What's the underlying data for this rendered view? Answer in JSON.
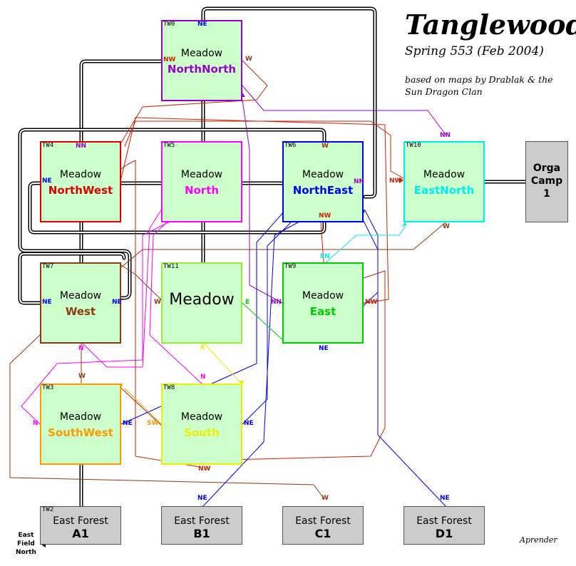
{
  "header": {
    "title": "Tanglewood",
    "subtitle": "Spring 553 (Feb 2004)",
    "credits": "based on maps by Drablak & the Sun Dragon Clan",
    "signature": "Aprender"
  },
  "colors": {
    "room_fill": "#ccffcc",
    "forest_fill": "#cccccc",
    "northnorth": "#9900cc",
    "northwest": "#dd0000",
    "north": "#ff00ff",
    "northeast": "#0000ee",
    "eastnorth": "#00eeee",
    "west": "#8b3a0f",
    "meadow": "#99ee33",
    "east": "#00cc00",
    "southwest": "#ff9900",
    "south": "#eeee00"
  },
  "rooms": {
    "tw0": {
      "code": "TW0",
      "type": "Meadow",
      "name": "NorthNorth"
    },
    "tw4": {
      "code": "TW4",
      "type": "Meadow",
      "name": "NorthWest"
    },
    "tw5": {
      "code": "TW5",
      "type": "Meadow",
      "name": "North"
    },
    "tw6": {
      "code": "TW6",
      "type": "Meadow",
      "name": "NorthEast"
    },
    "tw10": {
      "code": "TW10",
      "type": "Meadow",
      "name": "EastNorth"
    },
    "tw7": {
      "code": "TW7",
      "type": "Meadow",
      "name": "West"
    },
    "tw11": {
      "code": "TW11",
      "type": "Meadow",
      "name": ""
    },
    "tw9": {
      "code": "TW9",
      "type": "Meadow",
      "name": "East"
    },
    "tw3": {
      "code": "TW3",
      "type": "Meadow",
      "name": "SouthWest"
    },
    "tw8": {
      "code": "TW8",
      "type": "Meadow",
      "name": "South"
    }
  },
  "forests": {
    "a1": {
      "code": "TW2",
      "type": "East Forest",
      "name": "A1"
    },
    "b1": {
      "code": "",
      "type": "East Forest",
      "name": "B1"
    },
    "c1": {
      "code": "",
      "type": "East Forest",
      "name": "C1"
    },
    "d1": {
      "code": "",
      "type": "East Forest",
      "name": "D1"
    }
  },
  "camp": {
    "line1": "Orga",
    "line2": "Camp",
    "line3": "1"
  },
  "exit_note": {
    "line1": "East",
    "line2": "Field",
    "line3": "North"
  },
  "exit_labels": {
    "tw0_ne": "NE",
    "tw0_nw": "NW",
    "tw0_w": "W",
    "tw4_nn": "NN",
    "tw4_ne": "NE",
    "tw6_w": "W",
    "tw6_nn": "NN",
    "tw6_nw": "NW",
    "tw10_nn": "NN",
    "tw10_nw": "NW",
    "tw10_w": "W",
    "tw7_ne_left": "NE",
    "tw7_ne_right": "NE",
    "tw7_n": "N",
    "tw11_w": "W",
    "tw11_e": "E",
    "tw11_s": "S",
    "tw9_en": "EN",
    "tw9_nn": "NN",
    "tw9_nw": "NW",
    "tw9_ne": "NE",
    "tw3_w": "W",
    "tw3_n": "N",
    "tw3_ne": "NE",
    "tw8_n": "N",
    "tw8_sw": "SW",
    "tw8_ne": "NE",
    "tw8_nw": "NW",
    "b1_ne": "NE",
    "c1_w": "W",
    "d1_ne": "NE"
  }
}
